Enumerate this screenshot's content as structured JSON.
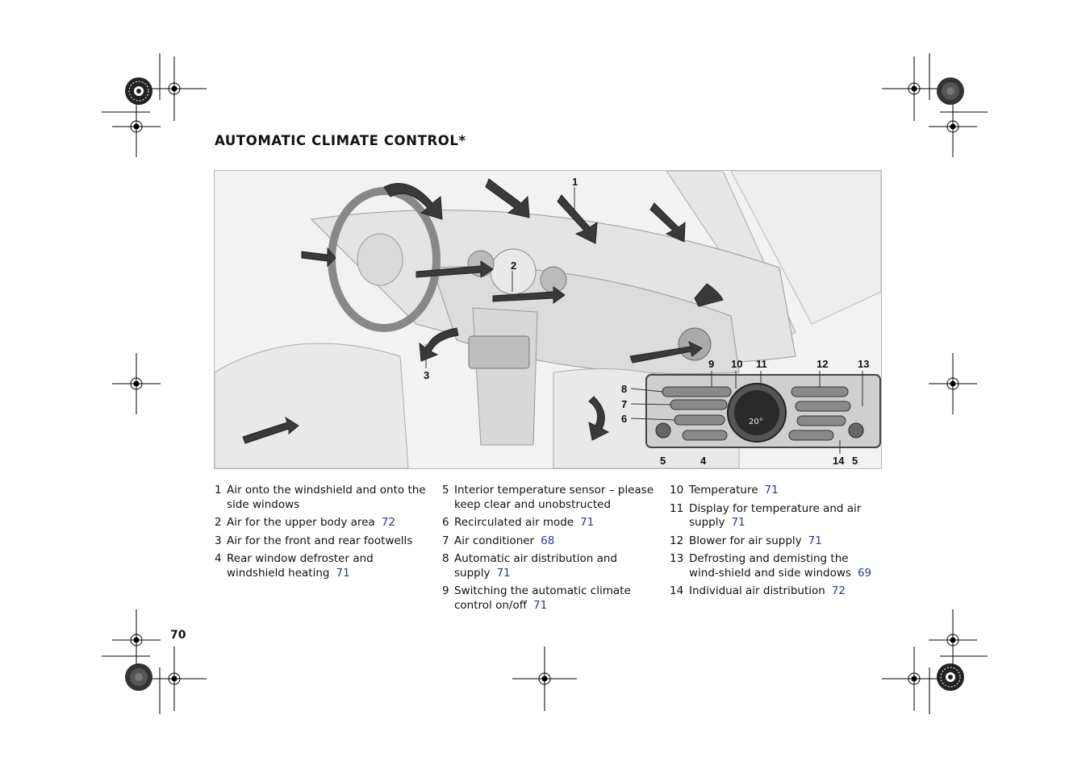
{
  "title": "AUTOMATIC CLIMATE CONTROL*",
  "page_number": "70",
  "figure": {
    "callouts": [
      "1",
      "2",
      "3",
      "4",
      "5",
      "5",
      "6",
      "7",
      "8",
      "9",
      "10",
      "11",
      "12",
      "13",
      "14"
    ],
    "panel_display_temp": "20°"
  },
  "legend": {
    "col1": [
      {
        "num": "1",
        "text": "Air onto the windshield and onto the side windows",
        "ref": ""
      },
      {
        "num": "2",
        "text": "Air for the upper body area",
        "ref": "72"
      },
      {
        "num": "3",
        "text": "Air for the front and rear footwells",
        "ref": ""
      },
      {
        "num": "4",
        "text": "Rear window defroster and windshield heating",
        "ref": "71"
      }
    ],
    "col2": [
      {
        "num": "5",
        "text": "Interior temperature sensor – please keep clear and  unobstructed",
        "ref": ""
      },
      {
        "num": "6",
        "text": "Recirculated air mode",
        "ref": "71"
      },
      {
        "num": "7",
        "text": "Air conditioner",
        "ref": "68"
      },
      {
        "num": "8",
        "text": "Automatic air distribution and supply",
        "ref": "71"
      },
      {
        "num": "9",
        "text": "Switching the automatic climate control on/off",
        "ref": "71"
      }
    ],
    "col3": [
      {
        "num": "10",
        "text": "Temperature",
        "ref": "71"
      },
      {
        "num": "11",
        "text": "Display for temperature and air supply",
        "ref": "71"
      },
      {
        "num": "12",
        "text": "Blower for air supply",
        "ref": "71"
      },
      {
        "num": "13",
        "text": "Defrosting and demisting the wind-shield and side windows",
        "ref": "69"
      },
      {
        "num": "14",
        "text": "Individual air distribution",
        "ref": "72"
      }
    ]
  }
}
